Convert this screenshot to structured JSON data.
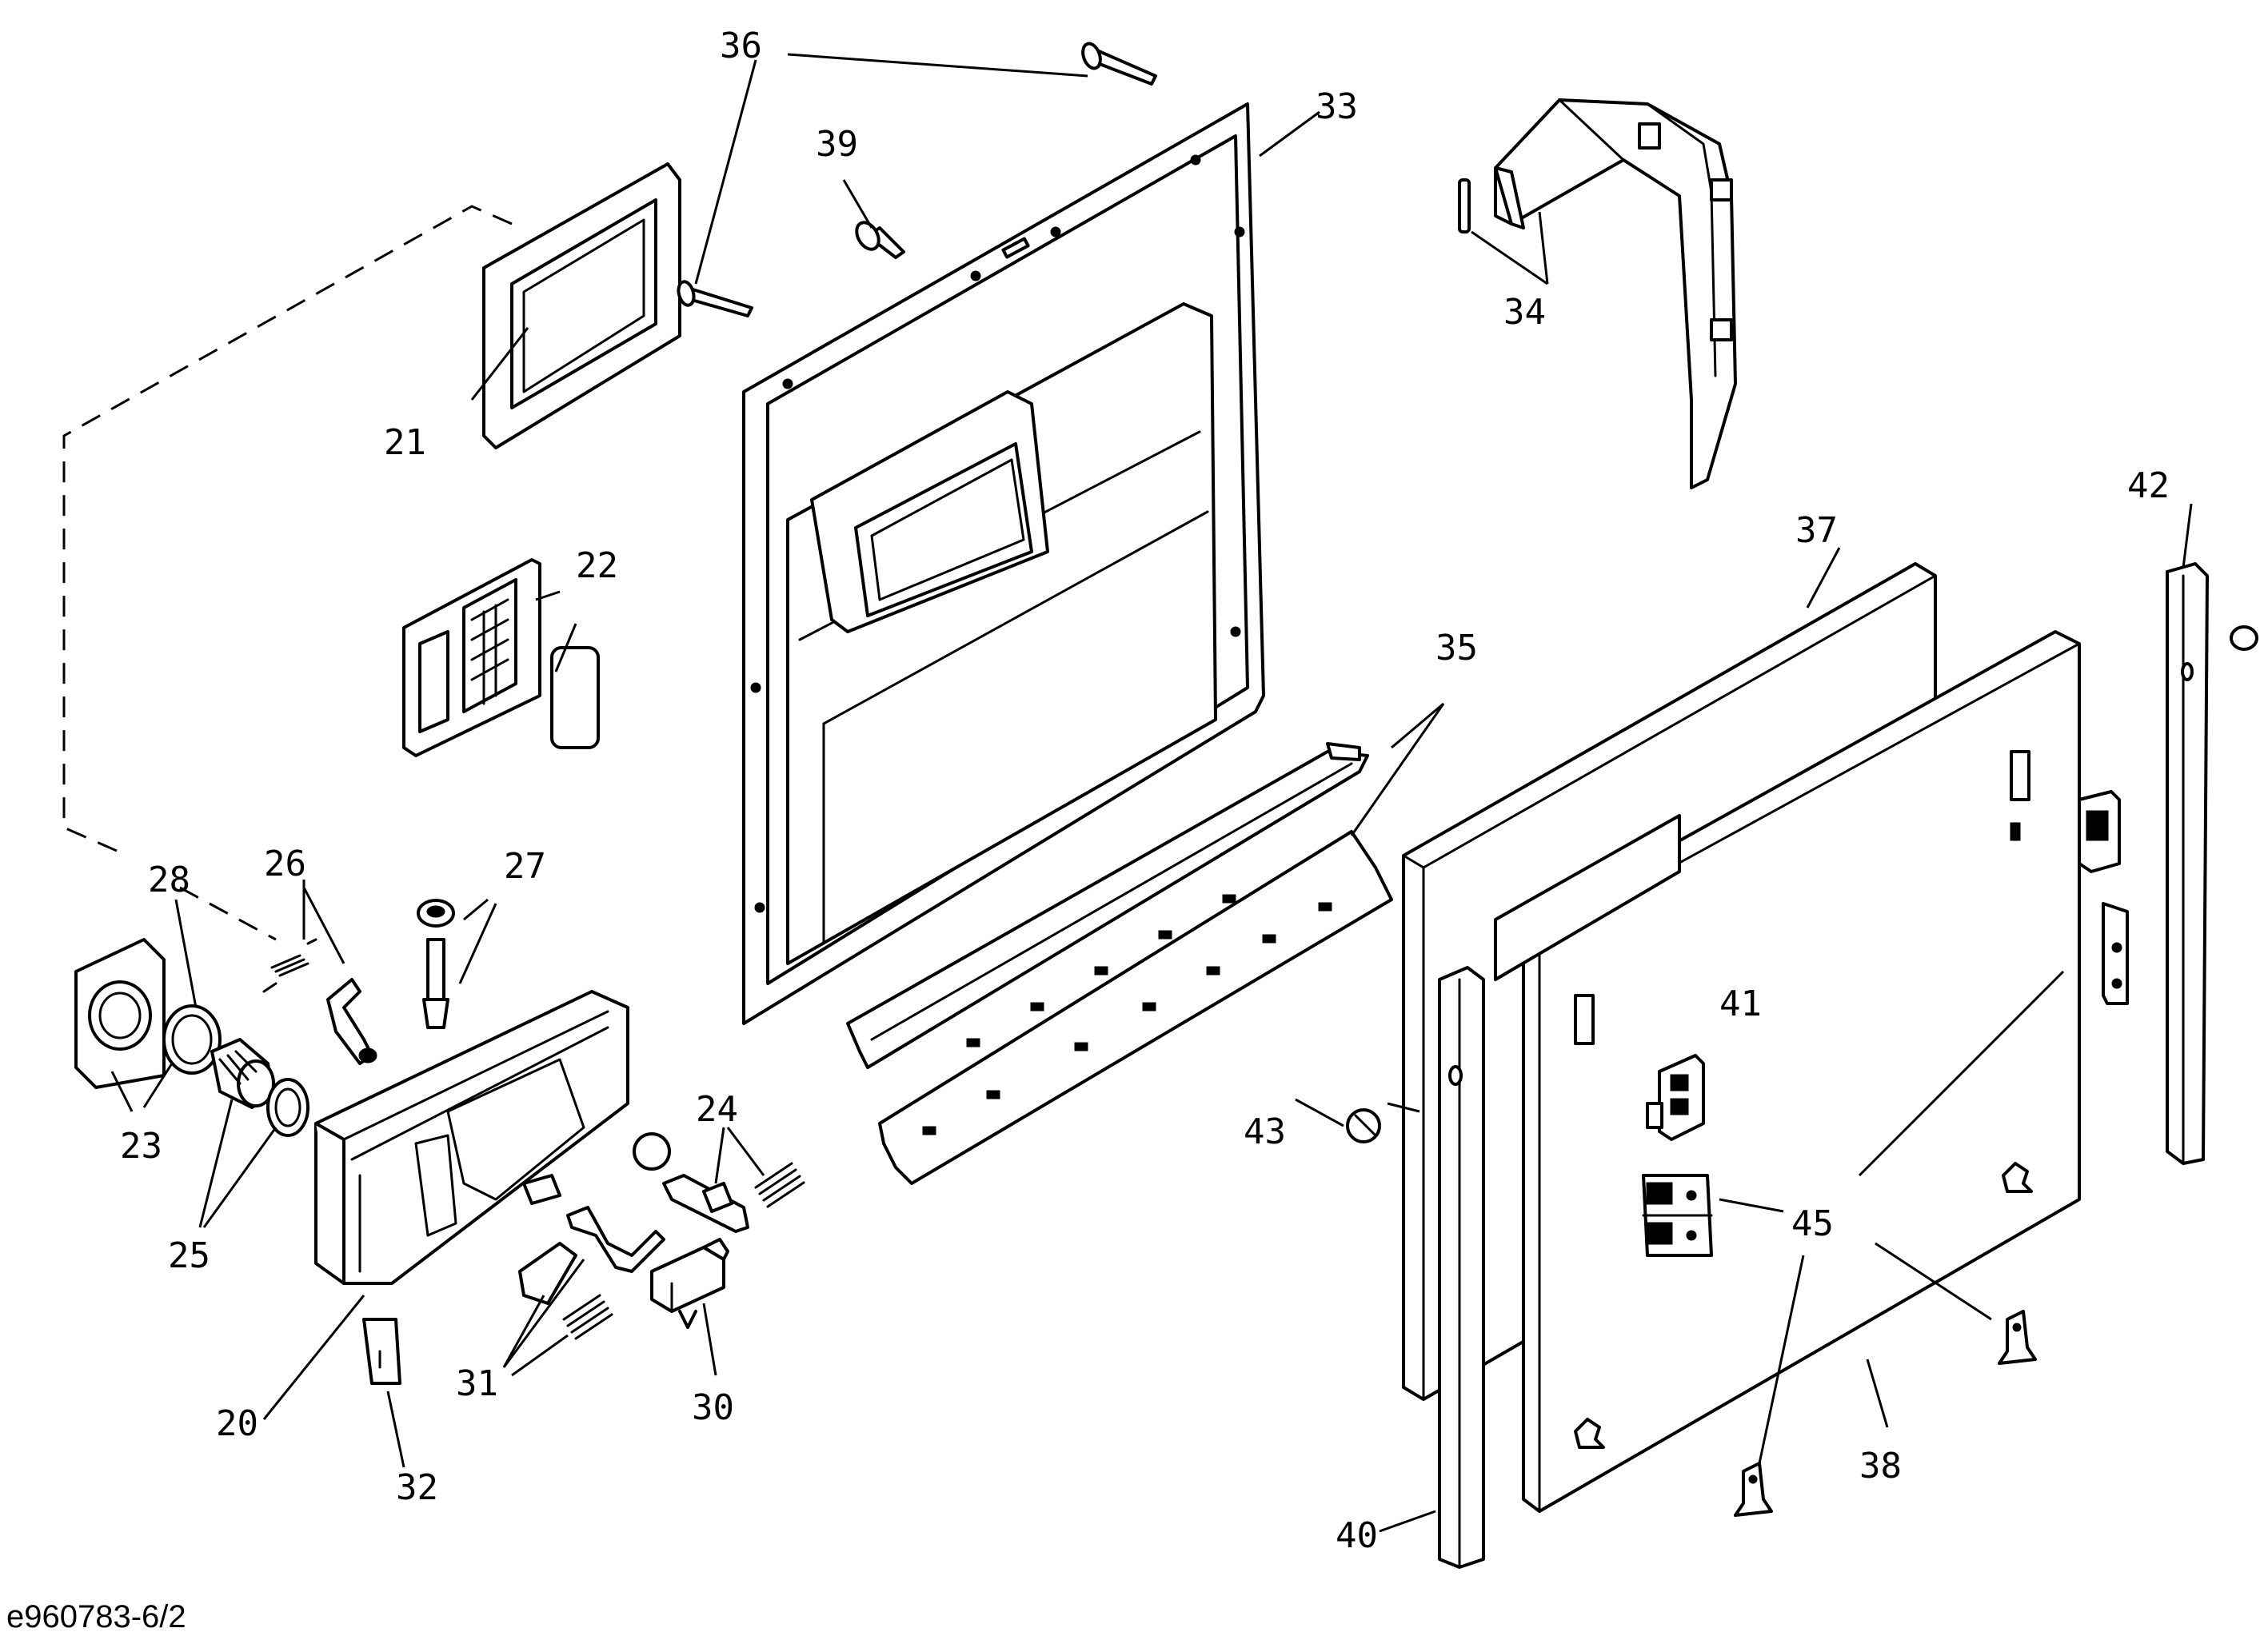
{
  "diagram_id": "e960783-6/2",
  "callouts": {
    "c20": "20",
    "c21": "21",
    "c22": "22",
    "c23": "23",
    "c24": "24",
    "c25": "25",
    "c26": "26",
    "c27": "27",
    "c28": "28",
    "c30": "30",
    "c31": "31",
    "c32": "32",
    "c33": "33",
    "c34": "34",
    "c35": "35",
    "c36": "36",
    "c37": "37",
    "c38": "38",
    "c39": "39",
    "c40": "40",
    "c41": "41",
    "c42": "42",
    "c43": "43",
    "c45": "45"
  }
}
